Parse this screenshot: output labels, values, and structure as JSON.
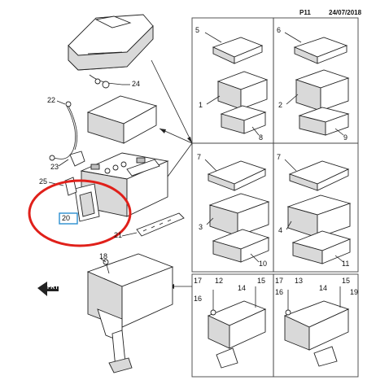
{
  "header": {
    "page_code": "P11",
    "date": "24/07/2018"
  },
  "callouts": {
    "n1": "1",
    "n2": "2",
    "n3": "3",
    "n4": "4",
    "n5": "5",
    "n6": "6",
    "n7": "7",
    "n8": "8",
    "n9": "9",
    "n10": "10",
    "n11": "11",
    "n12": "12",
    "n13": "13",
    "n14": "14",
    "n15": "15",
    "n16": "16",
    "n17": "17",
    "n18": "18",
    "n19": "19",
    "n20": "20",
    "n21": "21",
    "n22": "22",
    "n23": "23",
    "n24": "24",
    "n25": "25"
  },
  "orientation_label": "FRT",
  "colors": {
    "highlight_circle": "#e0201a",
    "callout_box": "#2a8fd0",
    "line": "#222222"
  }
}
